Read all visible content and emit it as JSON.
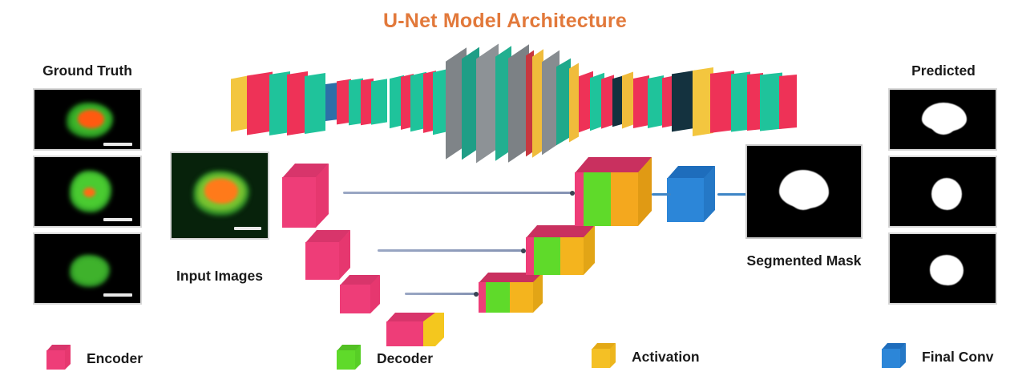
{
  "title": "U-Net Model Architecture",
  "title_color": "#E2793B",
  "columns": {
    "ground_truth": {
      "label": "Ground Truth",
      "panels": [
        {
          "name": "ground-truth-image-1",
          "description": "green halo with orange core cell cluster"
        },
        {
          "name": "ground-truth-image-2",
          "description": "green cell cluster with small orange core"
        },
        {
          "name": "ground-truth-image-3",
          "description": "faint green cell cluster"
        }
      ]
    },
    "input": {
      "label": "Input Images",
      "panels": [
        {
          "name": "input-image-1",
          "description": "green halo with large orange core on dark green field"
        }
      ]
    },
    "segmented": {
      "label": "Segmented Mask",
      "panels": [
        {
          "name": "segmented-mask-image",
          "description": "white angular blob on black"
        }
      ]
    },
    "predicted": {
      "label": "Predicted",
      "panels": [
        {
          "name": "predicted-image-1",
          "description": "white angular diamond blob on black"
        },
        {
          "name": "predicted-image-2",
          "description": "white round blob on black"
        },
        {
          "name": "predicted-image-3",
          "description": "white wide round blob on black"
        }
      ]
    }
  },
  "legend": [
    {
      "label": "Encoder",
      "color": "#EE3D78",
      "name": "legend-encoder"
    },
    {
      "label": "Decoder",
      "color": "#5FDA2A",
      "name": "legend-decoder"
    },
    {
      "label": "Activation",
      "color": "#F4C025",
      "name": "legend-activation"
    },
    {
      "label": "Final Conv",
      "color": "#2C86D8",
      "name": "legend-final-conv"
    }
  ],
  "palette": {
    "encoder_pink": "#EE3D78",
    "encoder_pink_top": "#D83468",
    "decoder_green": "#5FDA2A",
    "activation_yellow": "#F4B41E",
    "activation_yellow_light": "#F9CE3E",
    "final_conv_blue": "#2C86D8",
    "final_conv_blue_top": "#1E6DBC",
    "teal": "#1FC39B",
    "navy": "#14323F",
    "steel_blue": "#2C6FA8",
    "gray_slab": "#8B8F93",
    "skip_line": "#8593b3",
    "connector_blue": "#3d85c6",
    "mask_white": "#FFFFFF",
    "panel_black": "#000000",
    "fluor_green": "#2FA32F",
    "fluor_orange": "#FF6A15"
  },
  "unet": {
    "encoder_blocks": [
      {
        "name": "encoder-block-1",
        "level": 1
      },
      {
        "name": "encoder-block-2",
        "level": 2
      },
      {
        "name": "encoder-block-3",
        "level": 3
      }
    ],
    "bottleneck": {
      "name": "bottleneck-block"
    },
    "decoder_blocks": [
      {
        "name": "decoder-block-3",
        "level": 3
      },
      {
        "name": "decoder-block-2",
        "level": 2
      },
      {
        "name": "decoder-block-1",
        "level": 1
      }
    ],
    "final_conv": {
      "name": "final-conv-block"
    },
    "skip_connections": [
      {
        "name": "skip-connection-1",
        "level": 1
      },
      {
        "name": "skip-connection-2",
        "level": 2
      },
      {
        "name": "skip-connection-3",
        "level": 3
      }
    ]
  }
}
